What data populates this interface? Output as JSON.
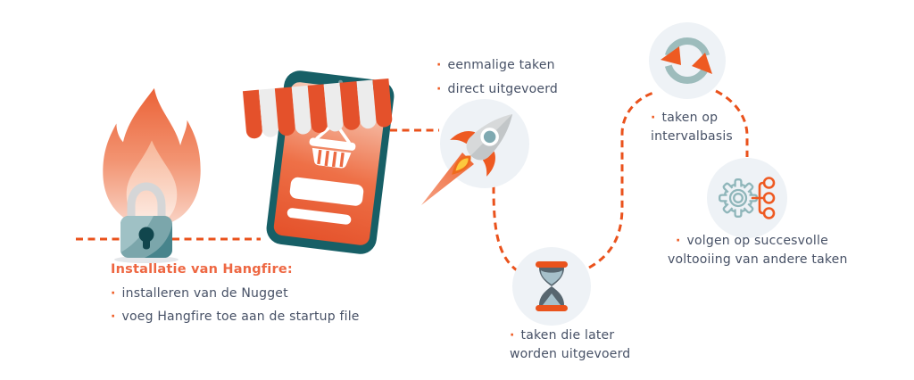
{
  "colors": {
    "accent_orange": "#ea521c",
    "title_orange": "#ee6742",
    "body_text": "#475166",
    "phone_teal": "#175f66",
    "lock_teal": "#7ba6ab",
    "muted_teal": "#9dbcbc",
    "circle_background": "#eef2f6",
    "page_background": "#ffffff"
  },
  "install": {
    "title": "Installatie van Hangfire:",
    "items": [
      {
        "bullet": "·",
        "text": "installeren van de Nugget"
      },
      {
        "bullet": "·",
        "text": "voeg Hangfire toe aan de startup file"
      }
    ]
  },
  "nodes": {
    "rocket": {
      "icon": "rocket-icon",
      "lines": [
        {
          "bullet": "·",
          "text": "eenmalige taken"
        },
        {
          "bullet": "·",
          "text": "direct uitgevoerd"
        }
      ]
    },
    "hourglass": {
      "icon": "hourglass-icon",
      "lines": [
        {
          "bullet": "·",
          "text": "taken die later"
        },
        {
          "bullet": "",
          "text": "worden uitgevoerd"
        }
      ]
    },
    "refresh": {
      "icon": "sync-arrows-icon",
      "lines": [
        {
          "bullet": "·",
          "text": "taken op"
        },
        {
          "bullet": "",
          "text": "intervalbasis"
        }
      ]
    },
    "gear": {
      "icon": "gear-flow-icon",
      "lines": [
        {
          "bullet": "·",
          "text": "volgen op succesvolle"
        },
        {
          "bullet": "",
          "text": "voltooiing van andere taken"
        }
      ]
    }
  }
}
